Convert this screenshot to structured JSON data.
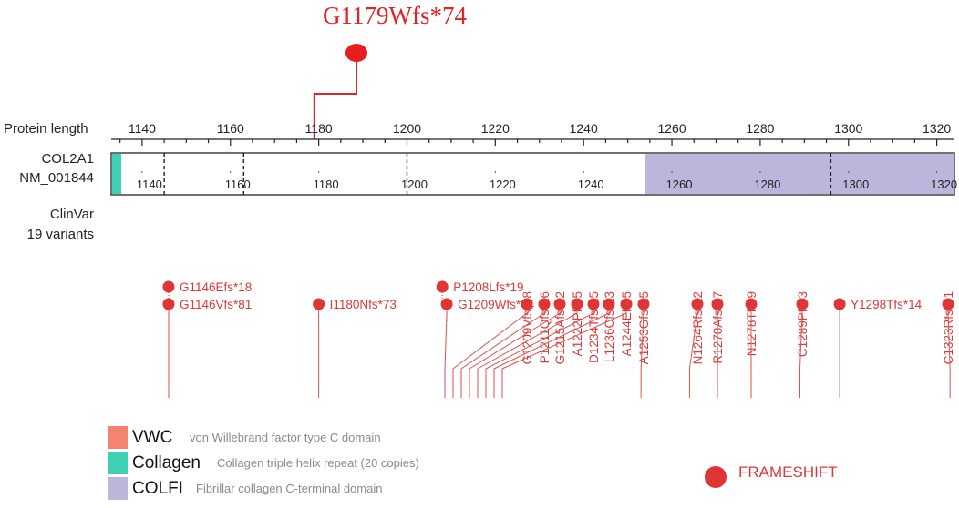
{
  "highlight": {
    "label": "G1179Wfs*74",
    "position": 1179
  },
  "axis": {
    "label": "Protein length",
    "min": 1133,
    "max": 1324,
    "ticks": [
      1140,
      1160,
      1180,
      1200,
      1220,
      1240,
      1260,
      1280,
      1300,
      1320
    ]
  },
  "gene": {
    "name": "COL2A1",
    "transcript": "NM_001844",
    "inner_ticks": [
      1140,
      1160,
      1180,
      1200,
      1220,
      1240,
      1260,
      1280,
      1300,
      1320
    ],
    "dashed_positions": [
      1145,
      1163,
      1200,
      1296
    ],
    "domains": [
      {
        "name": "Collagen",
        "start": 1133,
        "end": 1134.5,
        "color": "#3fcfb4"
      },
      {
        "name": "COLFI",
        "start": 1254,
        "end": 1324,
        "color": "#bdb5dc"
      }
    ]
  },
  "clinvar": {
    "title": "ClinVar",
    "count_label": "19 variants"
  },
  "variants": [
    {
      "label": "G1146Efs*18",
      "pos": 1146,
      "orient": "h",
      "row": 0
    },
    {
      "label": "G1146Vfs*81",
      "pos": 1146,
      "orient": "h",
      "row": 1
    },
    {
      "label": "I1180Nfs*73",
      "pos": 1180,
      "orient": "h",
      "row": 1
    },
    {
      "label": "P1208Lfs*19",
      "pos": 1208,
      "orient": "h",
      "row": 0
    },
    {
      "label": "G1209Wfs*44",
      "pos": 1209,
      "orient": "h",
      "row": 1
    },
    {
      "label": "G1209Vfs*18",
      "pos": 1209,
      "orient": "v"
    },
    {
      "label": "P1211Qfs*16",
      "pos": 1211,
      "orient": "v"
    },
    {
      "label": "G1215Afs*12",
      "pos": 1215,
      "orient": "v"
    },
    {
      "label": "A1222Pfs*5",
      "pos": 1222,
      "orient": "v"
    },
    {
      "label": "D1234Tfs*15",
      "pos": 1234,
      "orient": "v"
    },
    {
      "label": "L1236Cfs*13",
      "pos": 1236,
      "orient": "v"
    },
    {
      "label": "A1244Efs*5",
      "pos": 1244,
      "orient": "v"
    },
    {
      "label": "A1253Gfs*15",
      "pos": 1253,
      "orient": "v"
    },
    {
      "label": "N1264Rfs*22",
      "pos": 1264,
      "orient": "v"
    },
    {
      "label": "R1270Afs*17",
      "pos": 1270,
      "orient": "v"
    },
    {
      "label": "N1278Tfs*9",
      "pos": 1278,
      "orient": "v"
    },
    {
      "label": "C1289Pfs*3",
      "pos": 1289,
      "orient": "v"
    },
    {
      "label": "Y1298Tfs*14",
      "pos": 1298,
      "orient": "h",
      "row": 1
    },
    {
      "label": "C1323Rfs*41",
      "pos": 1323,
      "orient": "v"
    }
  ],
  "legend": [
    {
      "name": "VWC",
      "description": "von Willebrand factor type C domain",
      "color": "#f4836f"
    },
    {
      "name": "Collagen",
      "description": "Collagen triple helix repeat (20 copies)",
      "color": "#3fcfb4"
    },
    {
      "name": "COLFI",
      "description": "Fibrillar collagen C-terminal domain",
      "color": "#bdb5dc"
    }
  ],
  "mutation_type": {
    "label": "FRAMESHIFT",
    "color": "#e03535"
  }
}
